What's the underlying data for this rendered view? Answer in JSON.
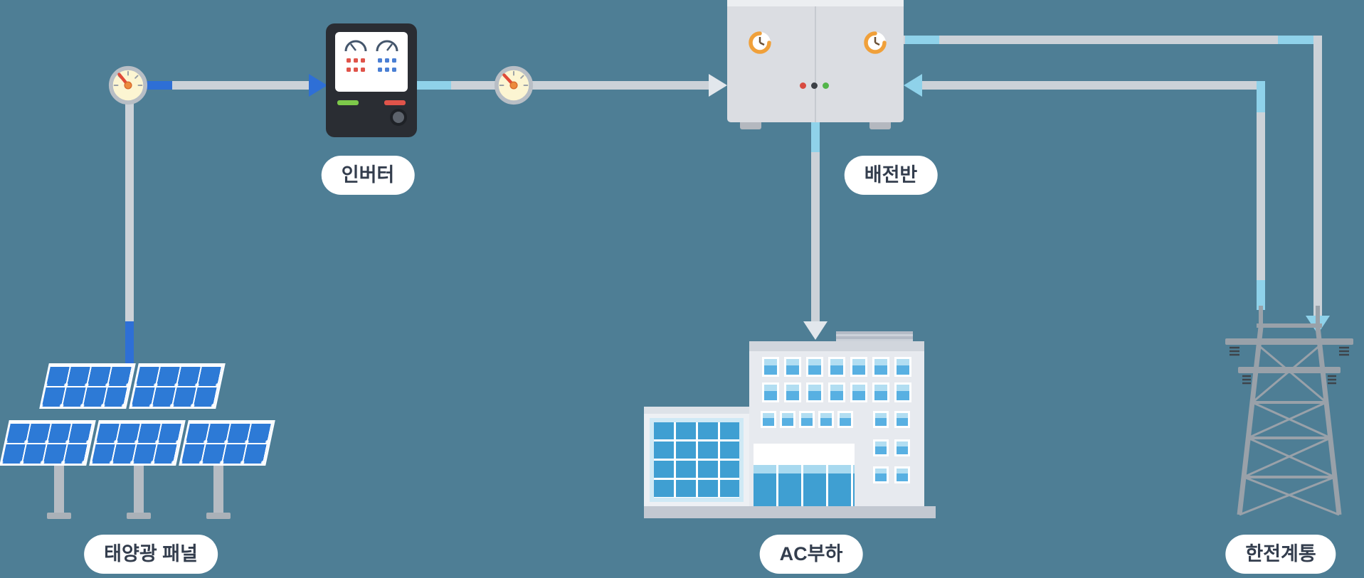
{
  "background_color": "#4e7e95",
  "labels": {
    "solar_panel": "태양광 패널",
    "inverter": "인버터",
    "distribution_board": "배전반",
    "ac_load": "AC부하",
    "utility_grid": "한전계통"
  },
  "colors": {
    "background": "#4e7e95",
    "wire_gray": "#ccd2d8",
    "wire_dc_blue": "#2e6fd6",
    "wire_ac_light_blue": "#8fd2ea",
    "arrow_gray": "#e2e7ec",
    "solar_panel_blue": "#2d7ad6",
    "meter_face_yellow": "#fcf5d2",
    "meter_needle_red": "#e04a38",
    "board_dial_orange": "#f0a03a",
    "building_window_blue": "#58b0e2",
    "label_background": "#ffffff",
    "label_text": "#333d4d"
  },
  "icons": {
    "pv_meter": "analog-power-meter-icon",
    "output_meter": "analog-power-meter-icon",
    "inverter_display": "dual-gauge-display-icon",
    "board_dial_left": "round-orange-dial-icon",
    "board_dial_right": "round-orange-dial-icon",
    "indicator_lights": "red-dark-green-indicator-dots"
  }
}
